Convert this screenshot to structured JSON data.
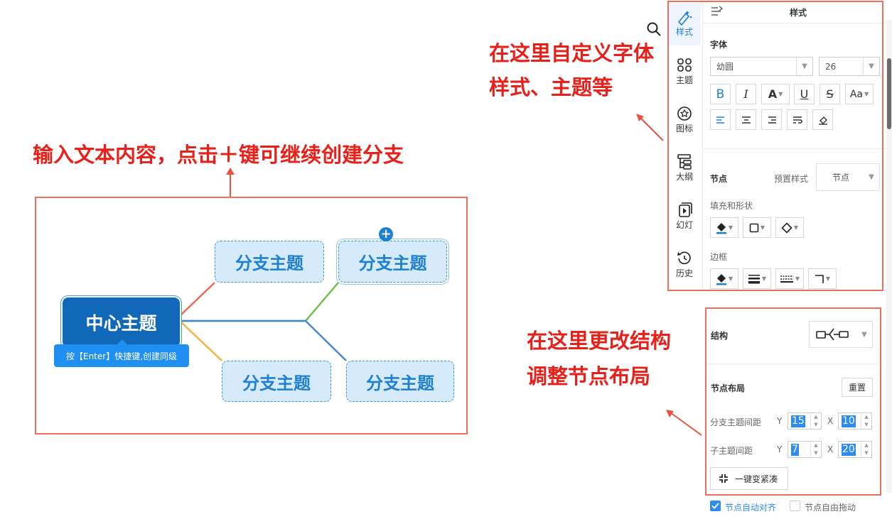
{
  "annotations": {
    "top_left": "输入文本内容，点击＋键可继续创建分支",
    "top_right_line1": "在这里自定义字体",
    "top_right_line2": "样式、主题等",
    "bottom_right_line1": "在这里更改结构",
    "bottom_right_line2": "调整节点布局"
  },
  "mindmap": {
    "central": "中心主题",
    "branches": [
      "分支主题",
      "分支主题",
      "分支主题",
      "分支主题"
    ],
    "tooltip": "按【Enter】快捷键,创建同级",
    "add_symbol": "+"
  },
  "sidebar": {
    "items": [
      {
        "label": "样式",
        "icon": "style-brush-icon",
        "active": true
      },
      {
        "label": "主题",
        "icon": "theme-icon"
      },
      {
        "label": "图标",
        "icon": "emoji-icon"
      },
      {
        "label": "大纲",
        "icon": "outline-icon"
      },
      {
        "label": "幻灯",
        "icon": "slideshow-icon"
      },
      {
        "label": "历史",
        "icon": "history-icon"
      }
    ]
  },
  "style_panel": {
    "title": "样式",
    "font_section": "字体",
    "font_family": "幼圆",
    "font_size": "26",
    "format_buttons": [
      "B",
      "I",
      "A",
      "U",
      "S",
      "Aa"
    ],
    "node_section": "节点",
    "preset_label": "预置样式",
    "preset_value": "节点",
    "fill_shape": "填充和形状",
    "border": "边框"
  },
  "structure_panel": {
    "structure_label": "结构",
    "layout_label": "节点布局",
    "reset": "重置",
    "branch_spacing": "分支主题间距",
    "sub_spacing": "子主题间距",
    "y_axis": "Y",
    "x_axis": "X",
    "branch_y": "15",
    "branch_x": "10",
    "sub_y": "7",
    "sub_x": "20",
    "compact": "一键变紧凑",
    "auto_align": "节点自动对齐",
    "auto_align_checked": true,
    "free_drag": "节点自由拖动",
    "free_drag_checked": false
  },
  "colors": {
    "accent": "#1f7fd0",
    "annotation": "#e8201a",
    "central_fill": "#1268b8",
    "branch_fill": "#d5eafb",
    "line_red": "#ee6a55",
    "line_green": "#6cbf4a",
    "line_blue": "#4a86d0",
    "line_orange": "#f3b23a"
  }
}
